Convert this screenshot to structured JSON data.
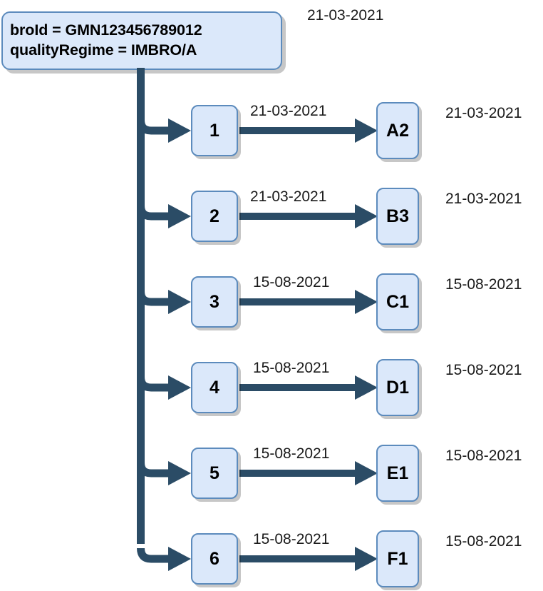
{
  "diagram": {
    "title_date": "21-03-2021",
    "root": {
      "line1": "broId = GMN123456789012",
      "line2": "qualityRegime = IMBRO/A"
    },
    "colors": {
      "node_fill": "#dbe8fa",
      "node_border": "#5c8bbd",
      "connector": "#2b4c66",
      "text": "#000000",
      "shadow": "#bfbfbf"
    },
    "rows": [
      {
        "source": "1",
        "target": "A2",
        "edge_date": "21-03-2021",
        "target_date": "21-03-2021"
      },
      {
        "source": "2",
        "target": "B3",
        "edge_date": "21-03-2021",
        "target_date": "21-03-2021"
      },
      {
        "source": "3",
        "target": "C1",
        "edge_date": "15-08-2021",
        "target_date": "15-08-2021"
      },
      {
        "source": "4",
        "target": "D1",
        "edge_date": "15-08-2021",
        "target_date": "15-08-2021"
      },
      {
        "source": "5",
        "target": "E1",
        "edge_date": "15-08-2021",
        "target_date": "15-08-2021"
      },
      {
        "source": "6",
        "target": "F1",
        "edge_date": "15-08-2021",
        "target_date": "15-08-2021"
      }
    ]
  }
}
